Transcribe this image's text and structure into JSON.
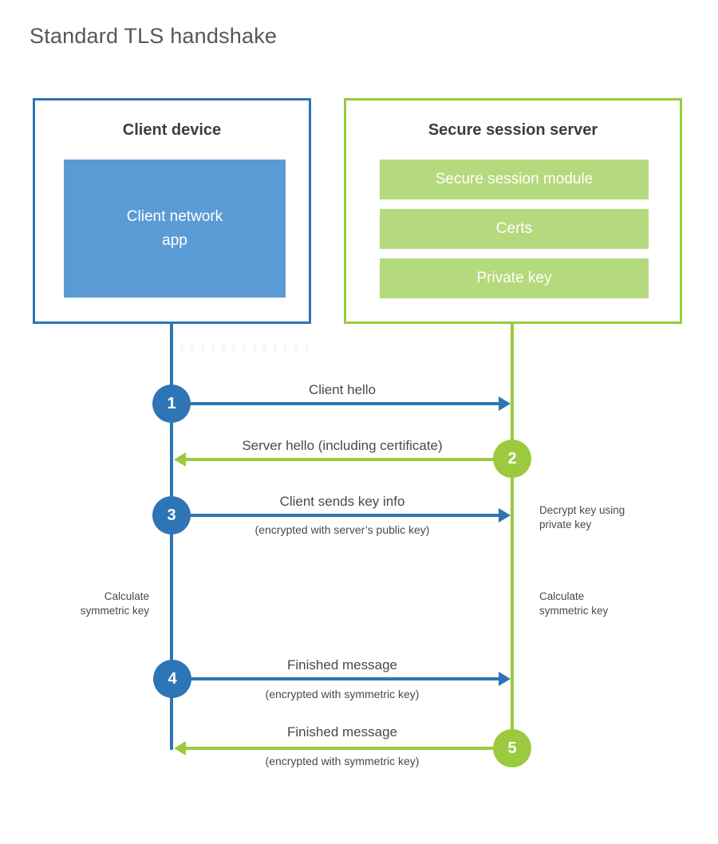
{
  "title": "Standard TLS handshake",
  "client_box": {
    "heading": "Client device",
    "app_label": "Client network\napp"
  },
  "server_box": {
    "heading": "Secure session server",
    "modules": [
      "Secure session module",
      "Certs",
      "Private key"
    ]
  },
  "steps": [
    {
      "num": "1",
      "label": "Client hello",
      "sublabel": "",
      "direction": "client-to-server"
    },
    {
      "num": "2",
      "label": "Server hello (including certificate)",
      "sublabel": "",
      "direction": "server-to-client"
    },
    {
      "num": "3",
      "label": "Client sends key info",
      "sublabel": "(encrypted with server’s public key)",
      "direction": "client-to-server"
    },
    {
      "num": "4",
      "label": "Finished message",
      "sublabel": "(encrypted with symmetric key)",
      "direction": "client-to-server"
    },
    {
      "num": "5",
      "label": "Finished message",
      "sublabel": "(encrypted with symmetric key)",
      "direction": "server-to-client"
    }
  ],
  "notes": {
    "decrypt": "Decrypt key using\nprivate key",
    "calculate_left": "Calculate\nsymmetric key",
    "calculate_right": "Calculate\nsymmetric key"
  },
  "colors": {
    "blue": "#2E75B6",
    "blue_fill": "#5B9BD5",
    "green": "#9BCA3F",
    "green_fill": "#B5D97D"
  }
}
